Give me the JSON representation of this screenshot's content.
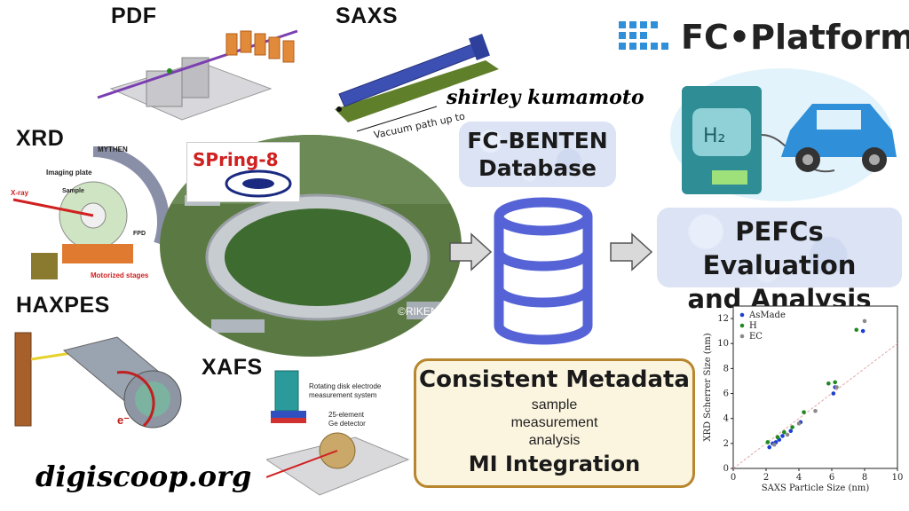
{
  "techniques": {
    "pdf": "PDF",
    "saxs": "SAXS",
    "xrd": "XRD",
    "haxpes": "HAXPES",
    "xafs": "XAFS"
  },
  "saxs_caption": "Vacuum path up to",
  "xrd_labels": {
    "mythen": "MYTHEN",
    "imaging_plate": "Imaging plate",
    "sample": "Sample",
    "xray": "X-ray",
    "fpd": "FPD",
    "motorized": "Motorized stages"
  },
  "xafs_labels": {
    "rotating": "Rotating disk electrode",
    "rotating2": "measurement system",
    "ge": "25-element",
    "ge2": "Ge detector"
  },
  "haxpes_labels": {
    "electron": "e⁻"
  },
  "spring8": {
    "logo_text": "SPring-8",
    "credit": "©RIKEN"
  },
  "watermarks": {
    "top": "shirley kumamoto",
    "bottom": "digiscoop.org"
  },
  "database": {
    "line1": "FC-BENTEN",
    "line2": "Database"
  },
  "evaluation": {
    "line1": "PEFCs Evaluation",
    "line2": "and Analysis"
  },
  "fc_platform": {
    "name": "FC•Platform",
    "h2": "H₂"
  },
  "metadata": {
    "title": "Consistent Metadata",
    "items": [
      "sample",
      "measurement",
      "analysis"
    ],
    "footer": "MI Integration"
  },
  "colors": {
    "db_blue": "#5563d6",
    "arrow_gray": "#d9d9d9",
    "panel_blue": "#dbe3f4",
    "meta_border": "#b8862e",
    "asmade": "#1f3fd0",
    "h": "#1f8a1f",
    "ec": "#8a8a8a"
  },
  "chart_data": {
    "type": "scatter",
    "xlabel": "SAXS Particle Size (nm)",
    "ylabel": "XRD Scherrer Size (nm)",
    "xlim": [
      0,
      10
    ],
    "ylim": [
      0,
      13
    ],
    "xticks": [
      0,
      2,
      4,
      6,
      8,
      10
    ],
    "yticks": [
      0,
      2,
      4,
      6,
      8,
      10,
      12
    ],
    "legend_position": "top-left",
    "diagonal_line": true,
    "series": [
      {
        "name": "AsMade",
        "color": "#1f3fd0",
        "points": [
          [
            2.2,
            1.7
          ],
          [
            2.4,
            2.0
          ],
          [
            2.6,
            2.1
          ],
          [
            2.8,
            2.3
          ],
          [
            3.0,
            2.6
          ],
          [
            3.5,
            3.0
          ],
          [
            4.1,
            3.7
          ],
          [
            6.1,
            6.0
          ],
          [
            6.2,
            6.5
          ],
          [
            7.9,
            11.0
          ]
        ]
      },
      {
        "name": "H",
        "color": "#1f8a1f",
        "points": [
          [
            2.1,
            2.1
          ],
          [
            2.7,
            2.5
          ],
          [
            3.1,
            2.9
          ],
          [
            3.6,
            3.3
          ],
          [
            4.3,
            4.5
          ],
          [
            5.8,
            6.8
          ],
          [
            6.2,
            6.9
          ],
          [
            7.5,
            11.1
          ]
        ]
      },
      {
        "name": "EC",
        "color": "#8a8a8a",
        "points": [
          [
            2.5,
            1.9
          ],
          [
            3.3,
            2.7
          ],
          [
            4.0,
            3.6
          ],
          [
            5.0,
            4.6
          ],
          [
            6.3,
            6.5
          ],
          [
            8.0,
            11.8
          ]
        ]
      }
    ]
  }
}
